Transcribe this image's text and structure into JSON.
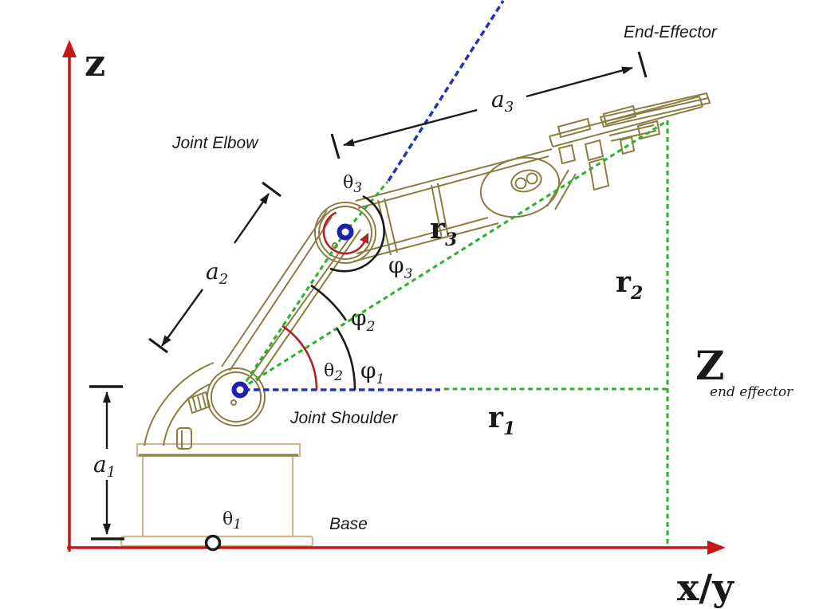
{
  "figure": {
    "description": "Kinematic diagram of a 3-DOF robotic arm with joint angles, link lengths and position vectors"
  },
  "colors": {
    "axis_red": "#c41818",
    "theta_red": "#b22222",
    "construction_green": "#2db32d",
    "construction_blue": "#2433b2",
    "joint_blue": "#2020ae",
    "vector_green": "#1d5c1f",
    "vector_teal": "#17666c",
    "ink_black": "#1a1a1a",
    "robot_dark": "#8b7c40",
    "robot_light": "#c9bc8a"
  },
  "axes": {
    "z_label": "z",
    "x_label": "x/y"
  },
  "part_labels": {
    "end_effector": "End-Effector",
    "joint_elbow": "Joint Elbow",
    "joint_shoulder": "Joint Shoulder",
    "base": "Base"
  },
  "link_lengths": {
    "a1": {
      "base": "a",
      "sub": "1"
    },
    "a2": {
      "base": "a",
      "sub": "2"
    },
    "a3": {
      "base": "a",
      "sub": "3"
    }
  },
  "joint_angles": {
    "theta1": {
      "base": "θ",
      "sub": "1"
    },
    "theta2": {
      "base": "θ",
      "sub": "2"
    },
    "theta3": {
      "base": "θ",
      "sub": "3"
    }
  },
  "aux_angles": {
    "phi1": {
      "base": "φ",
      "sub": "1"
    },
    "phi2": {
      "base": "φ",
      "sub": "2"
    },
    "phi3": {
      "base": "φ",
      "sub": "3"
    }
  },
  "vectors": {
    "r1": {
      "base": "r",
      "sub": "1"
    },
    "r2": {
      "base": "r",
      "sub": "2"
    },
    "r3": {
      "base": "r",
      "sub": "3"
    }
  },
  "end_effector_z": {
    "base": "Z",
    "sub": "end effector"
  }
}
